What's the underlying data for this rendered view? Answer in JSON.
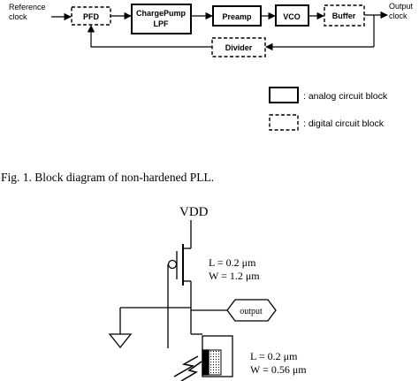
{
  "block_diagram": {
    "input_label_line1": "Reference",
    "input_label_line2": "clock",
    "output_label_line1": "Output",
    "output_label_line2": "clock",
    "blocks": {
      "pfd": "PFD",
      "chargepump_line1": "ChargePump",
      "chargepump_line2": "LPF",
      "preamp": "Preamp",
      "vco": "VCO",
      "buffer": "Buffer",
      "divider": "Divider"
    }
  },
  "legend": {
    "analog": ": analog circuit block",
    "digital": ": digital circuit block"
  },
  "fig1_caption": "Fig. 1.  Block diagram of non-hardened PLL.",
  "circuit": {
    "vdd": "VDD",
    "pmos_l": "L = 0.2 μm",
    "pmos_w": "W = 1.2 μm",
    "output": "output",
    "nmos_l": "L = 0.2 μm",
    "nmos_w": "W = 0.56 μm"
  }
}
